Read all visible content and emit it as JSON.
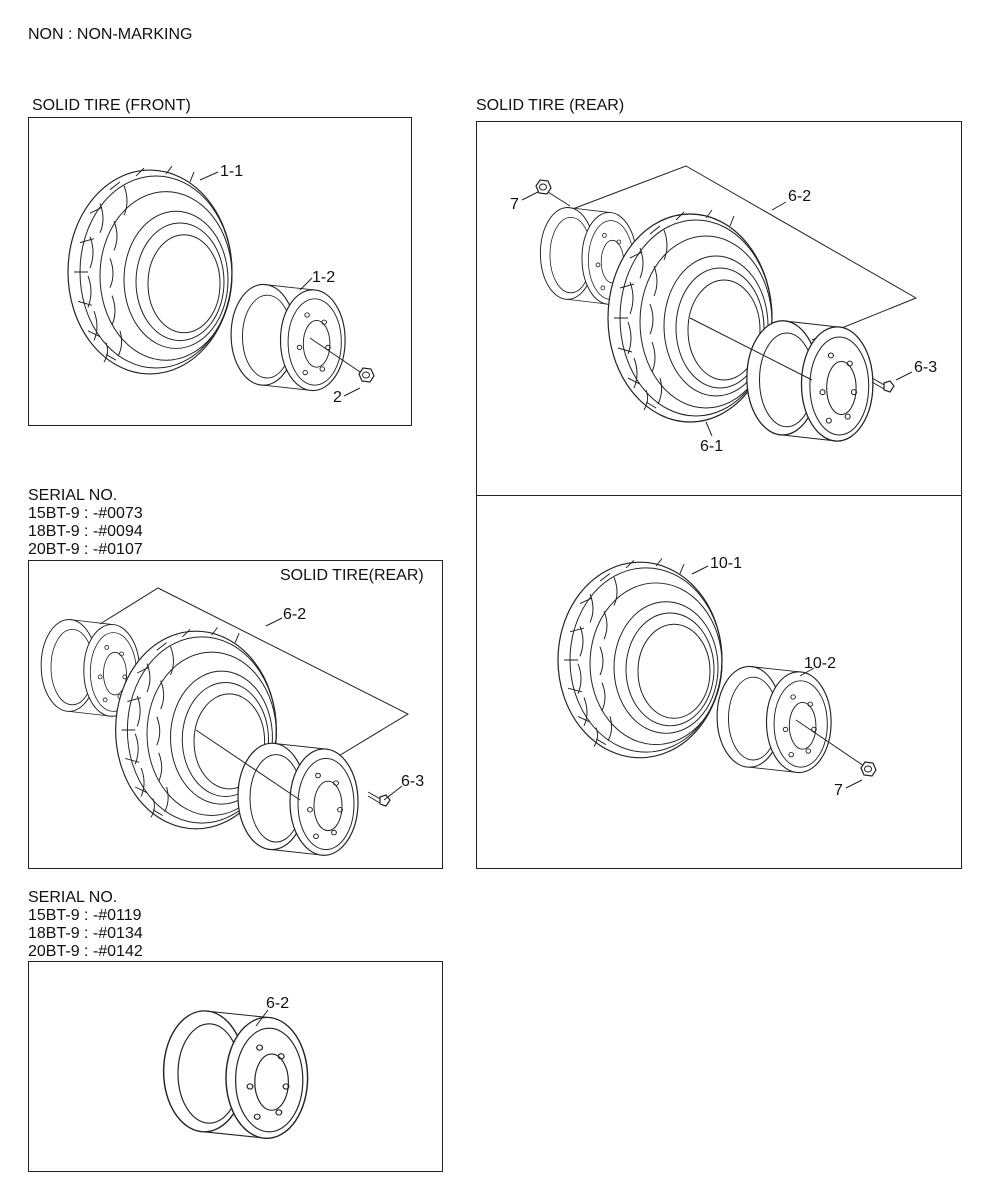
{
  "legend": "NON : NON-MARKING",
  "panels": {
    "front": {
      "title": "SOLID TIRE (FRONT)",
      "labels": [
        "1-1",
        "1-2",
        "2"
      ]
    },
    "rear": {
      "title": "SOLID TIRE (REAR)",
      "labels": [
        "7",
        "6-2",
        "6-3",
        "6-1"
      ]
    },
    "rear_alt": {
      "labels": [
        "10-1",
        "10-2",
        "7"
      ]
    },
    "serial_a": {
      "heading": "SERIAL NO.",
      "lines": [
        "15BT-9 : -#0073",
        "18BT-9 : -#0094",
        "20BT-9 : -#0107"
      ],
      "title": "SOLID TIRE(REAR)",
      "labels": [
        "6-2",
        "6-3"
      ]
    },
    "serial_b": {
      "heading": "SERIAL NO.",
      "lines": [
        "15BT-9 : -#0119",
        "18BT-9 : -#0134",
        "20BT-9 : -#0142"
      ],
      "labels": [
        "6-2"
      ]
    }
  }
}
